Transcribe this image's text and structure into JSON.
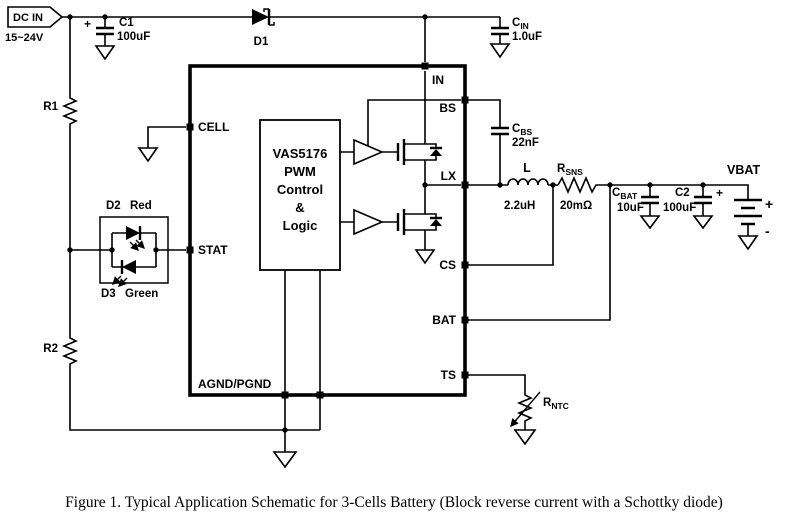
{
  "caption": "Figure 1. Typical Application Schematic for 3-Cells Battery (Block reverse current with a Schottky diode)",
  "source": {
    "label": "DC IN",
    "range": "15~24V"
  },
  "ic": {
    "name_lines": [
      "VAS5176",
      "PWM",
      "Control",
      "&",
      "Logic"
    ],
    "pins": {
      "in": "IN",
      "cell": "CELL",
      "stat": "STAT",
      "agnd": "AGND/PGND",
      "bs": "BS",
      "lx": "LX",
      "cs": "CS",
      "bat": "BAT",
      "ts": "TS"
    }
  },
  "components": {
    "c1": {
      "label": "C1",
      "value": "100uF",
      "polarity": "+"
    },
    "d1": {
      "label": "D1"
    },
    "cin": {
      "prefix": "C",
      "sub": "IN",
      "value": "1.0uF"
    },
    "r1": {
      "label": "R1"
    },
    "r2": {
      "label": "R2"
    },
    "d2": {
      "label": "D2",
      "color": "Red"
    },
    "d3": {
      "label": "D3",
      "color": "Green"
    },
    "cbs": {
      "prefix": "C",
      "sub": "BS",
      "value": "22nF"
    },
    "inductor": {
      "label": "L",
      "value": "2.2uH"
    },
    "rsns": {
      "prefix": "R",
      "sub": "SNS",
      "value": "20mΩ"
    },
    "cbat": {
      "prefix": "C",
      "sub": "BAT",
      "value": "10uF"
    },
    "c2": {
      "label": "C2",
      "value": "100uF",
      "polarity": "+"
    },
    "rntc": {
      "prefix": "R",
      "sub": "NTC"
    },
    "battery": {
      "plus": "+",
      "minus": "-"
    }
  },
  "nets": {
    "vbat": "VBAT"
  }
}
